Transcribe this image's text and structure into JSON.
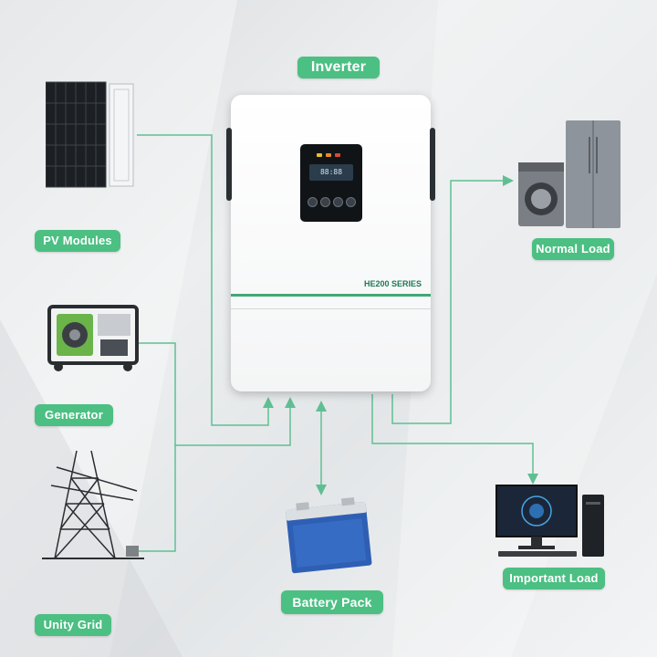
{
  "title": "Inverter",
  "inverter": {
    "series": "HE200 SERIES",
    "display_text": "88:88"
  },
  "components": {
    "pv": "PV Modules",
    "generator": "Generator",
    "grid": "Unity Grid",
    "battery": "Battery Pack",
    "normal_load": "Normal Load",
    "important_load": "Important Load"
  },
  "colors": {
    "accent": "#4cbf83",
    "wire": "#5fbf93",
    "inverter_stripe": "#3fa874"
  },
  "icons": [
    "solar-panel-icon",
    "generator-icon",
    "power-tower-icon",
    "battery-icon",
    "washing-machine-icon",
    "refrigerator-icon",
    "computer-icon"
  ]
}
